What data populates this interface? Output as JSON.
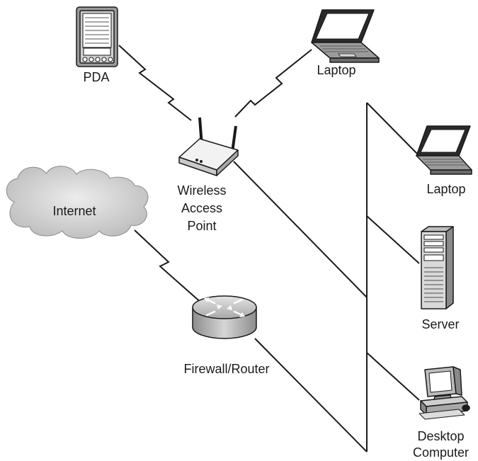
{
  "labels": {
    "pda": "PDA",
    "laptop_top": "Laptop",
    "wap_line1": "Wireless",
    "wap_line2": "Access",
    "wap_line3": "Point",
    "internet": "Internet",
    "laptop_right": "Laptop",
    "server": "Server",
    "router": "Firewall/Router",
    "desktop_line1": "Desktop",
    "desktop_line2": "Computer"
  },
  "icons": {
    "pda": "pda-icon",
    "laptop": "laptop-icon",
    "wap": "wireless-access-point-icon",
    "cloud": "internet-cloud-icon",
    "router": "router-icon",
    "server": "server-icon",
    "desktop": "desktop-computer-icon"
  },
  "colors": {
    "line": "#1a1a1a",
    "cloud_fill": "#d2d2d2",
    "router_fill": "#b8b8b8"
  }
}
